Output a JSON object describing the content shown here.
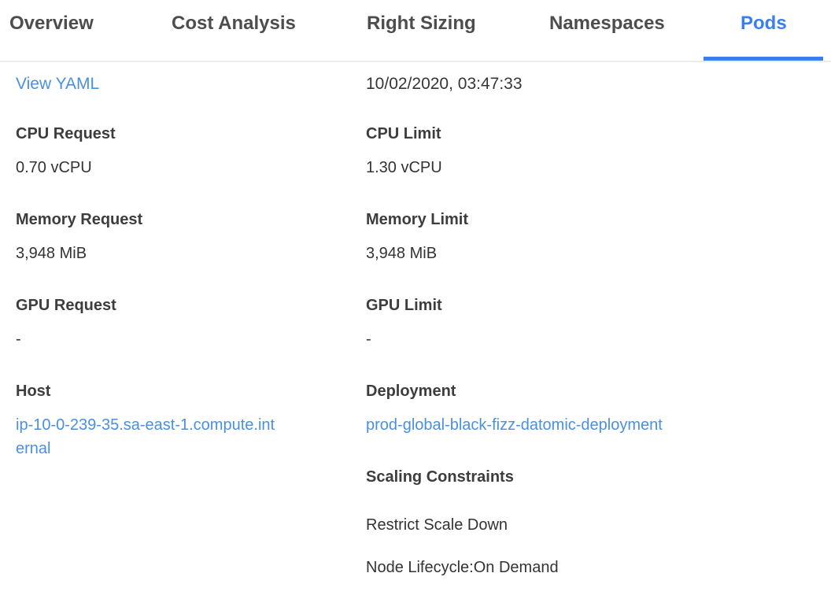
{
  "tabs": [
    {
      "label": "Overview",
      "active": false
    },
    {
      "label": "Cost Analysis",
      "active": false
    },
    {
      "label": "Right Sizing",
      "active": false
    },
    {
      "label": "Namespaces",
      "active": false
    },
    {
      "label": "Pods",
      "active": true
    }
  ],
  "toolbar": {
    "view_yaml_label": "View YAML",
    "timestamp": "10/02/2020, 03:47:33"
  },
  "fields": {
    "left": [
      {
        "label": "CPU Request",
        "value": "0.70 vCPU"
      },
      {
        "label": "Memory Request",
        "value": "3,948 MiB"
      },
      {
        "label": "GPU Request",
        "value": "-"
      },
      {
        "label": "Host",
        "value": "ip-10-0-239-35.sa-east-1.compute.internal",
        "type": "link"
      }
    ],
    "right": [
      {
        "label": "CPU Limit",
        "value": "1.30 vCPU"
      },
      {
        "label": "Memory Limit",
        "value": "3,948 MiB"
      },
      {
        "label": "GPU Limit",
        "value": "-"
      },
      {
        "label": "Deployment",
        "value": "prod-global-black-fizz-datomic-deployment",
        "type": "link"
      },
      {
        "label": "Scaling Constraints",
        "values": [
          "Restrict Scale Down",
          "Node Lifecycle:On Demand"
        ]
      }
    ]
  },
  "colors": {
    "accent": "#3b7ef0",
    "link": "#4a90e2",
    "tab_inactive": "#4d4d4d",
    "label": "#3d3d3d",
    "value": "#333333",
    "hairline": "#ececec"
  }
}
